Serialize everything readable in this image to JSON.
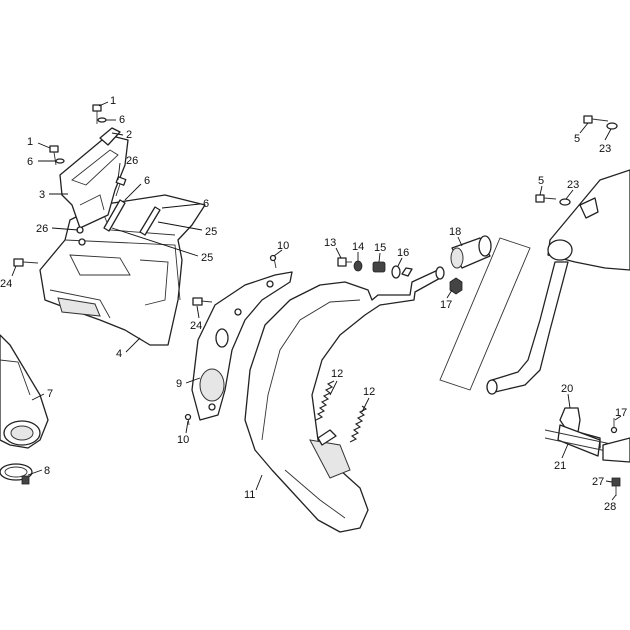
{
  "callouts": {
    "c1a": "1",
    "c6a": "6",
    "c2": "2",
    "c1b": "1",
    "c6b": "6",
    "c26a": "26",
    "c3": "3",
    "c6c": "6",
    "c6d": "6",
    "c26b": "26",
    "c25a": "25",
    "c25b": "25",
    "c24a": "24",
    "c24b": "24",
    "c4": "4",
    "c7": "7",
    "c8": "8",
    "c10a": "10",
    "c9": "9",
    "c10b": "10",
    "c11": "11",
    "c12a": "12",
    "c12b": "12",
    "c13": "13",
    "c14": "14",
    "c15": "15",
    "c16": "16",
    "c17a": "17",
    "c18": "18",
    "c5a": "5",
    "c23a": "23",
    "c5b": "5",
    "c23b": "23",
    "c20": "20",
    "c17b": "17",
    "c21": "21",
    "c27": "27",
    "c28": "28"
  },
  "colors": {
    "line": "#222222",
    "background": "#ffffff",
    "fill": "#e6e6e6"
  }
}
